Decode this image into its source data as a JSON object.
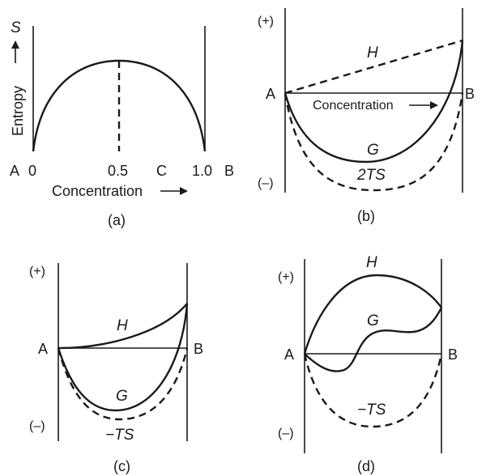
{
  "panel_a": {
    "y_symbol": "S",
    "y_label": "Entropy",
    "label_A": "A",
    "tick_0": "0",
    "tick_05": "0.5",
    "label_C": "C",
    "tick_10": "1.0",
    "label_B": "B",
    "x_label": "Concentration",
    "caption": "(a)"
  },
  "panel_b": {
    "plus": "(+)",
    "minus": "(–)",
    "label_A": "A",
    "label_B": "B",
    "concentration": "Concentration",
    "H": "H",
    "G": "G",
    "TS": "2TS",
    "caption": "(b)"
  },
  "panel_c": {
    "plus": "(+)",
    "minus": "(–)",
    "label_A": "A",
    "label_B": "B",
    "H": "H",
    "G": "G",
    "TS": "−TS",
    "caption": "(c)"
  },
  "panel_d": {
    "plus": "(+)",
    "minus": "(–)",
    "label_A": "A",
    "label_B": "B",
    "H": "H",
    "G": "G",
    "TS": "−TS",
    "caption": "(d)"
  }
}
